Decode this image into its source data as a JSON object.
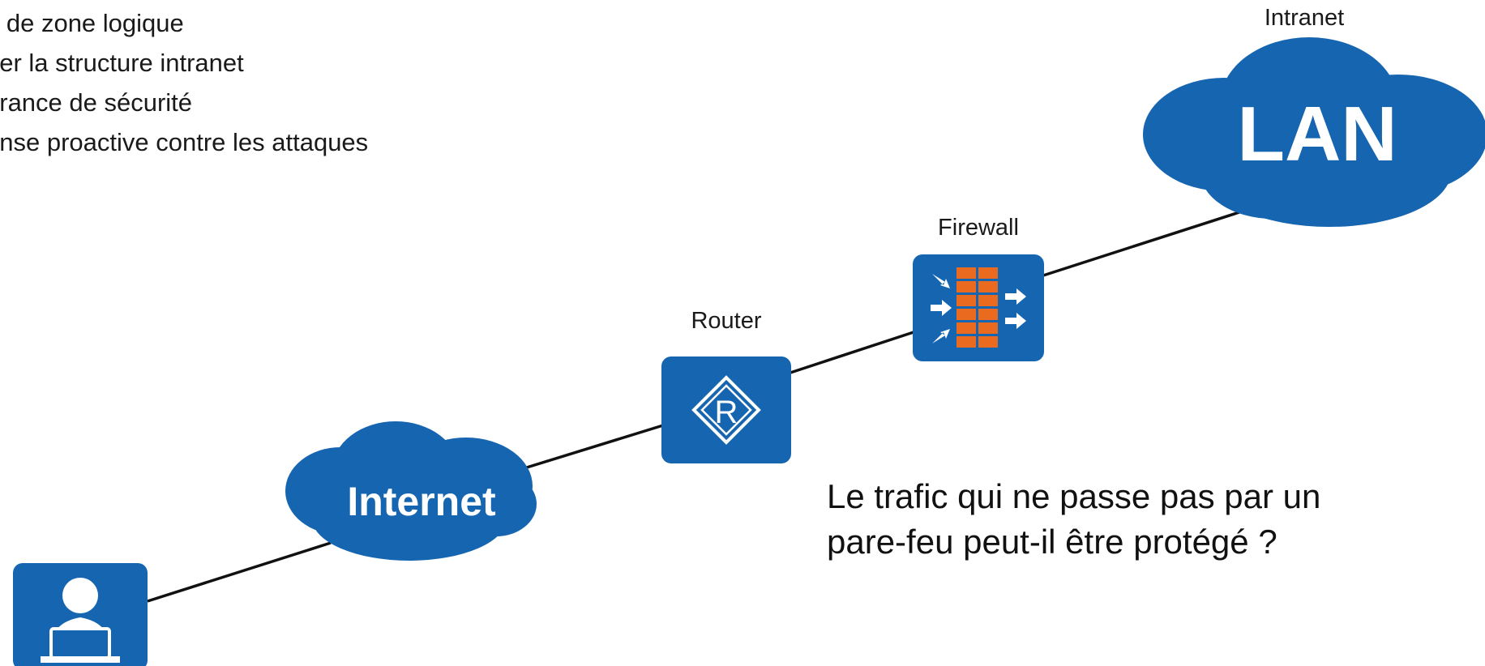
{
  "bullets": [
    "e de zone logique",
    "ner la structure intranet",
    "urance de sécurité",
    "ense proactive contre les attaques"
  ],
  "nodes": {
    "intranet": {
      "label": "Intranet",
      "cloud_text": "LAN"
    },
    "firewall": {
      "label": "Firewall"
    },
    "router": {
      "label": "Router",
      "icon_text": "R"
    },
    "internet": {
      "cloud_text": "Internet"
    }
  },
  "question": [
    "Le trafic qui ne passe pas par un",
    "pare-feu peut-il être protégé ?"
  ],
  "colors": {
    "device_blue": "#1565b0",
    "cloud_blue": "#1565b0",
    "brick_orange": "#ea6a1f",
    "link": "#111111"
  }
}
